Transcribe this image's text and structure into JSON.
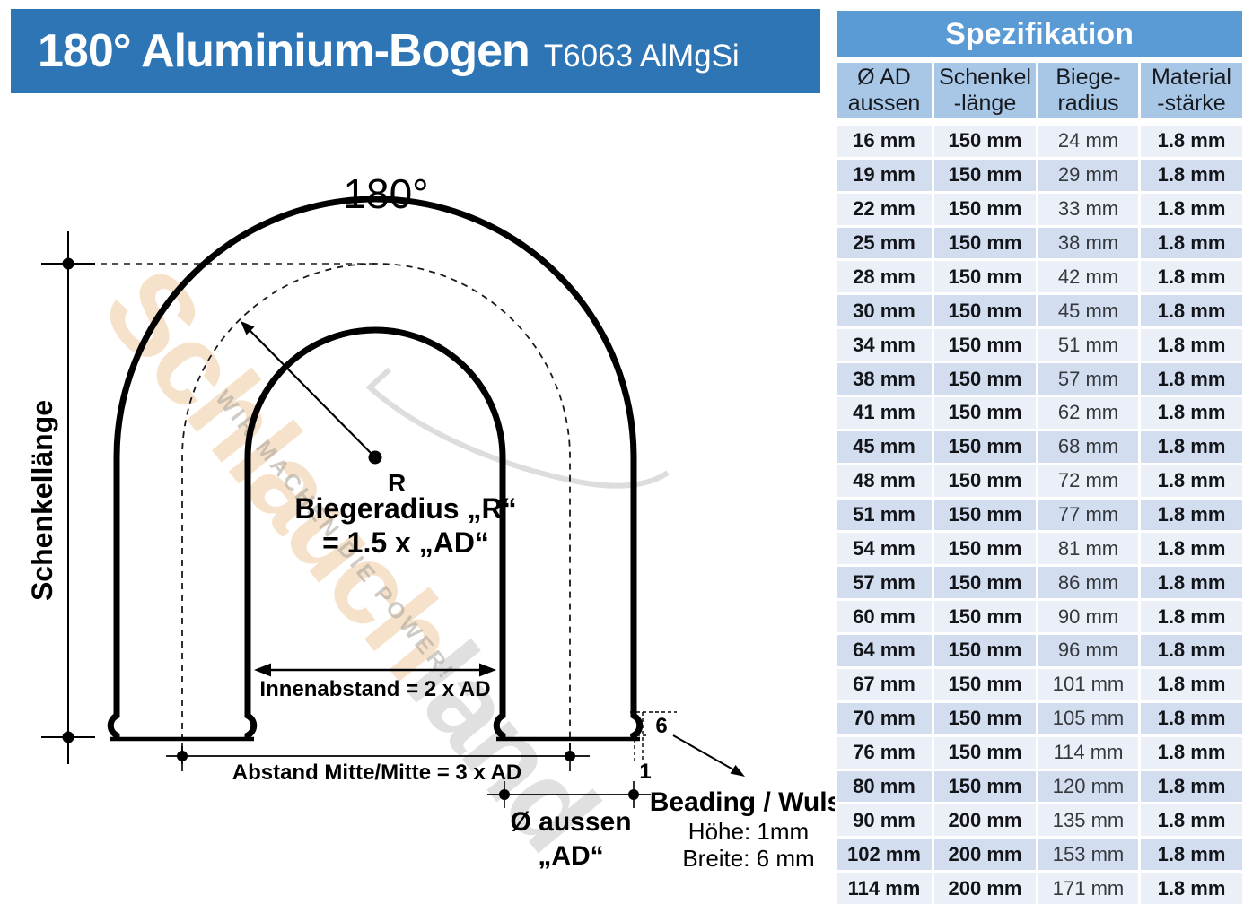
{
  "title": {
    "main": "180° Aluminium-Bogen",
    "sub": "T6063 AlMgSi"
  },
  "diagram": {
    "angle_label": "180°",
    "schenkellaenge_label": "Schenkellänge",
    "r_point_label": "R",
    "biegeradius_line1": "Biegeradius „R“",
    "biegeradius_line2": "= 1.5  x „AD“",
    "innenabstand_label": "Innenabstand = 2 x AD",
    "abstand_label": "Abstand Mitte/Mitte = 3 x AD",
    "aussen_label_line1": "Ø aussen",
    "aussen_label_line2": "„AD“",
    "bead_width_value": "6",
    "bead_height_value": "1",
    "beading_title": "Beading / Wulst",
    "beading_hoehe": "Höhe: 1mm",
    "beading_breite": "Breite: 6 mm"
  },
  "watermark": {
    "part1": "Schlauch",
    "part2": "land",
    "tagline": "WIR MACHEN DIE POWER!"
  },
  "table": {
    "title": "Spezifikation",
    "columns": [
      [
        "Ø AD",
        "aussen"
      ],
      [
        "Schenkel",
        "-länge"
      ],
      [
        "Biege-",
        "radius"
      ],
      [
        "Material",
        "-stärke"
      ]
    ],
    "rows": [
      [
        "16 mm",
        "150 mm",
        "24 mm",
        "1.8 mm"
      ],
      [
        "19 mm",
        "150 mm",
        "29 mm",
        "1.8 mm"
      ],
      [
        "22 mm",
        "150 mm",
        "33 mm",
        "1.8 mm"
      ],
      [
        "25 mm",
        "150 mm",
        "38 mm",
        "1.8 mm"
      ],
      [
        "28 mm",
        "150 mm",
        "42 mm",
        "1.8 mm"
      ],
      [
        "30 mm",
        "150 mm",
        "45 mm",
        "1.8 mm"
      ],
      [
        "34 mm",
        "150 mm",
        "51 mm",
        "1.8 mm"
      ],
      [
        "38 mm",
        "150 mm",
        "57 mm",
        "1.8 mm"
      ],
      [
        "41 mm",
        "150 mm",
        "62 mm",
        "1.8 mm"
      ],
      [
        "45 mm",
        "150 mm",
        "68 mm",
        "1.8 mm"
      ],
      [
        "48 mm",
        "150 mm",
        "72 mm",
        "1.8 mm"
      ],
      [
        "51 mm",
        "150 mm",
        "77 mm",
        "1.8 mm"
      ],
      [
        "54 mm",
        "150 mm",
        "81 mm",
        "1.8 mm"
      ],
      [
        "57 mm",
        "150 mm",
        "86 mm",
        "1.8 mm"
      ],
      [
        "60 mm",
        "150 mm",
        "90 mm",
        "1.8 mm"
      ],
      [
        "64 mm",
        "150 mm",
        "96 mm",
        "1.8 mm"
      ],
      [
        "67 mm",
        "150 mm",
        "101 mm",
        "1.8 mm"
      ],
      [
        "70 mm",
        "150 mm",
        "105 mm",
        "1.8 mm"
      ],
      [
        "76 mm",
        "150 mm",
        "114 mm",
        "1.8 mm"
      ],
      [
        "80 mm",
        "150 mm",
        "120 mm",
        "1.8 mm"
      ],
      [
        "90 mm",
        "200 mm",
        "135 mm",
        "1.8 mm"
      ],
      [
        "102 mm",
        "200 mm",
        "153 mm",
        "1.8 mm"
      ],
      [
        "114 mm",
        "200 mm",
        "171 mm",
        "1.8 mm"
      ]
    ]
  },
  "colors": {
    "banner": "#2E75B6",
    "table_header": "#5B9BD5",
    "column_header": "#A8C7E7",
    "row_light": "#EBEFF8",
    "row_dark": "#D2DEF0",
    "watermark_tan": "rgba(246,224,200,0.95)",
    "watermark_gray": "rgba(214,214,214,0.75)"
  }
}
